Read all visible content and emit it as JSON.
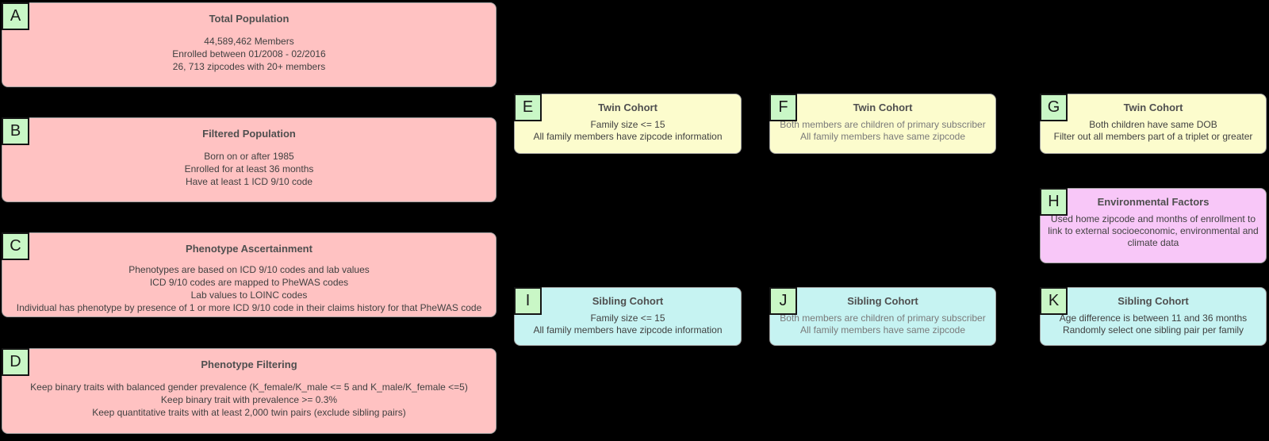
{
  "colors": {
    "background": "#000000",
    "population": "#ffc2c2",
    "twin": "#fcfccd",
    "sibling": "#c6f3f2",
    "environment": "#f8c7f8",
    "tag": "#c9f7c6",
    "title_text": "#4f4f4f",
    "body_text": "#414141",
    "muted_text": "#7a7a7a"
  },
  "boxes": [
    {
      "tag": "A",
      "title": "Total Population",
      "lines": [
        "44,589,462 Members",
        "Enrolled between 01/2008 - 02/2016",
        "26, 713 zipcodes with 20+ members"
      ]
    },
    {
      "tag": "B",
      "title": "Filtered Population",
      "lines": [
        "Born on or after 1985",
        "Enrolled for at least 36 months",
        "Have at least 1 ICD 9/10 code"
      ]
    },
    {
      "tag": "C",
      "title": "Phenotype Ascertainment",
      "lines": [
        "Phenotypes are based on ICD 9/10 codes and lab values",
        "ICD 9/10 codes are mapped to PheWAS codes",
        "Lab values to LOINC codes",
        "Individual has phenotype by presence of 1 or more ICD 9/10 code in their claims history for that PheWAS code"
      ]
    },
    {
      "tag": "D",
      "title": "Phenotype Filtering",
      "lines": [
        "Keep binary traits with balanced gender prevalence (K_female/K_male <= 5 and K_male/K_female <=5)",
        "Keep binary trait with prevalence >= 0.3%",
        "Keep quantitative traits with at least 2,000 twin pairs (exclude sibling pairs)"
      ]
    },
    {
      "tag": "E",
      "title": "Twin Cohort",
      "lines": [
        "Family size <= 15",
        "All family members have zipcode information"
      ]
    },
    {
      "tag": "F",
      "title": "Twin Cohort",
      "lines": [
        "Both members are children of primary subscriber",
        "All family members have same zipcode"
      ]
    },
    {
      "tag": "G",
      "title": "Twin Cohort",
      "lines": [
        "Both children have same DOB",
        "Filter out all members part of a triplet or greater"
      ]
    },
    {
      "tag": "H",
      "title": "Environmental Factors",
      "lines": [
        "Used home zipcode and months of enrollment to link to external socioeconomic, environmental and climate data"
      ]
    },
    {
      "tag": "I",
      "title": "Sibling Cohort",
      "lines": [
        "Family size <= 15",
        "All family members have zipcode information"
      ]
    },
    {
      "tag": "J",
      "title": "Sibling Cohort",
      "lines": [
        "Both members are children of primary subscriber",
        "All family members have same zipcode"
      ]
    },
    {
      "tag": "K",
      "title": "Sibling Cohort",
      "lines": [
        "Age difference is between 11 and 36 months",
        "Randomly select one sibling pair per family"
      ]
    }
  ]
}
